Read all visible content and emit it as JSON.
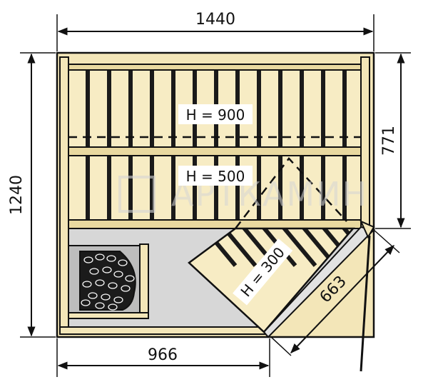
{
  "dimensions": {
    "width_total": "1440",
    "height_total": "1240",
    "right_side": "771",
    "bottom": "966",
    "diagonal": "663"
  },
  "bench_heights": {
    "upper": "H = 900",
    "middle": "H = 500",
    "corner": "H = 300"
  },
  "watermark": "АРТКАМИН",
  "colors": {
    "wood": "#f7ecc4",
    "wood_edge": "#e9d9a0",
    "slat": "#1a1a1a",
    "floor": "#d7d7d7",
    "line": "#111111"
  }
}
